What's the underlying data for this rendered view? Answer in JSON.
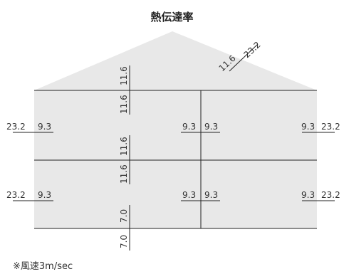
{
  "title": "熱伝達率",
  "note": "※風速3m/sec",
  "colors": {
    "house_fill": "#e8e8e8",
    "line": "#222222",
    "text": "#333333"
  },
  "labels": {
    "roof_outer": "23.2",
    "roof_inner": "11.6",
    "ceiling_top": "11.6",
    "ceiling_bottom": "11.6",
    "floor2_top": "11.6",
    "floor2_bottom": "11.6",
    "floor1_top": "7.0",
    "floor1_bottom": "7.0",
    "upper_left_outer": "23.2",
    "upper_left_inner": "9.3",
    "upper_mid_left": "9.3",
    "upper_mid_right": "9.3",
    "upper_right_inner": "9.3",
    "upper_right_outer": "23.2",
    "lower_left_outer": "23.2",
    "lower_left_inner": "9.3",
    "lower_mid_left": "9.3",
    "lower_mid_right": "9.3",
    "lower_right_inner": "9.3",
    "lower_right_outer": "23.2"
  }
}
